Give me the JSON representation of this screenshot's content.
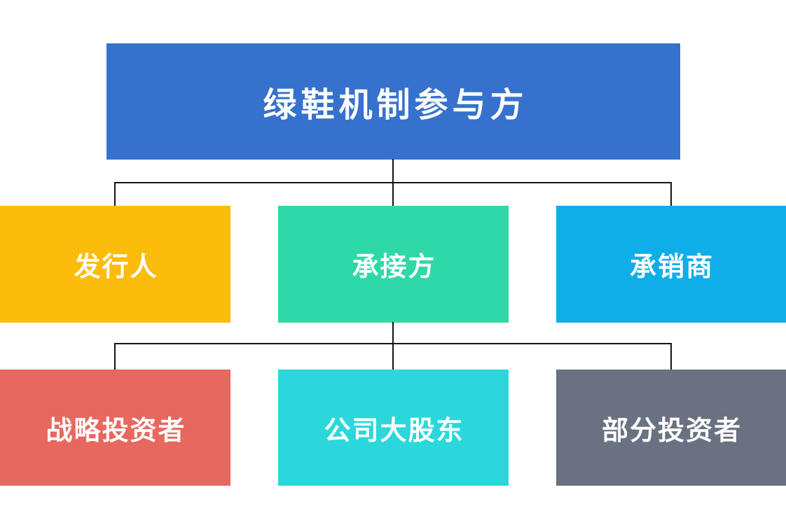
{
  "title": {
    "label": "绿鞋机制参与方",
    "color": "#3671CE"
  },
  "level2": [
    {
      "label": "发行人",
      "color": "#FBBC0B"
    },
    {
      "label": "承接方",
      "color": "#2FD8A7"
    },
    {
      "label": "承销商",
      "color": "#0FAEE9"
    }
  ],
  "level3": [
    {
      "label": "战略投资者",
      "color": "#E7685F"
    },
    {
      "label": "公司大股东",
      "color": "#2BD7DA"
    },
    {
      "label": "部分投资者",
      "color": "#6A7181"
    }
  ],
  "styles": {
    "connector_color": "#141414",
    "text_color": "#FFFFFF",
    "background": "#FFFFFF"
  }
}
